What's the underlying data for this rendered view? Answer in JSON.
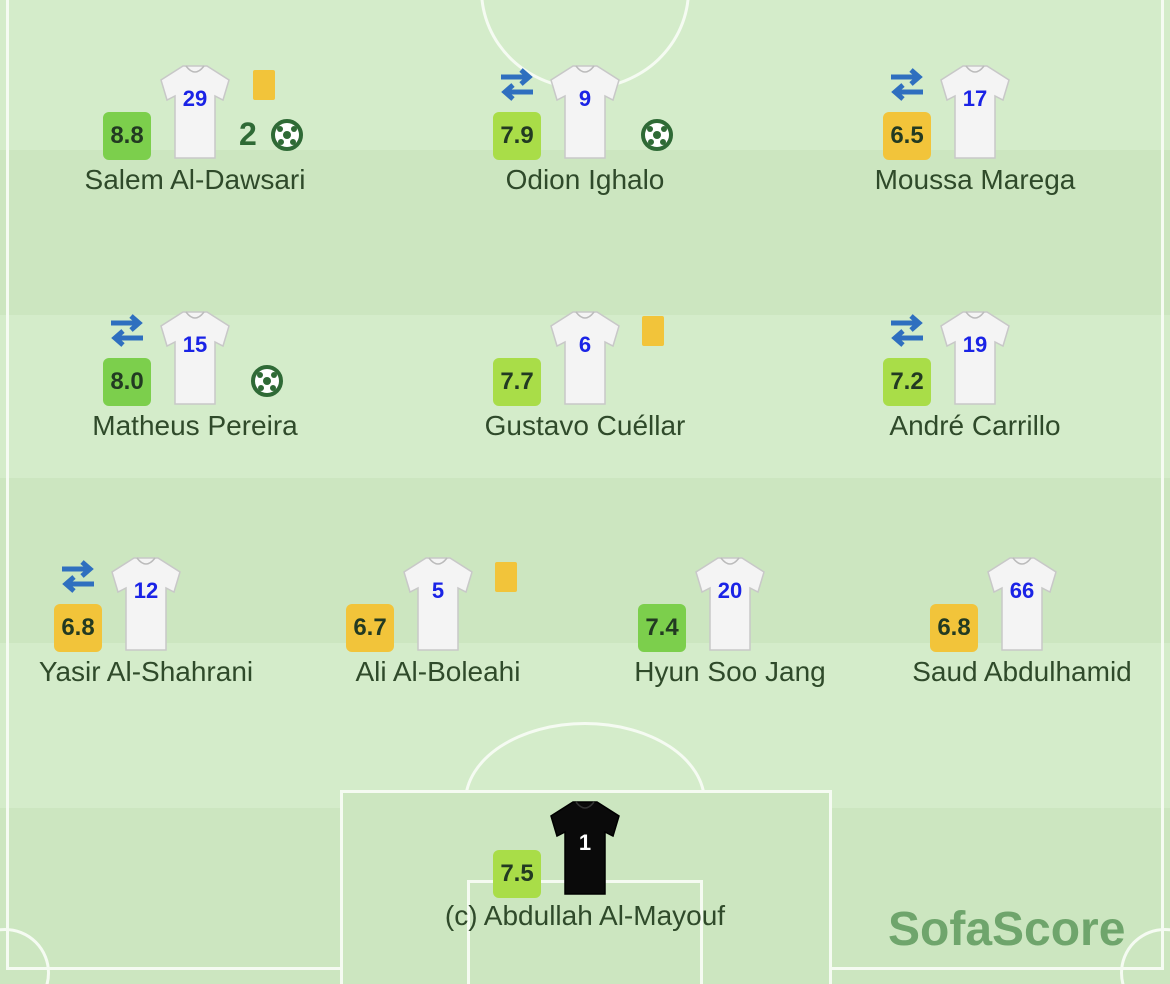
{
  "colors": {
    "rating_high": "#7ccf4c",
    "rating_mid": "#a9dd48",
    "rating_low": "#f2c43a",
    "shirt_number": "#1a23e6",
    "card_yellow": "#f2c43a",
    "sub_arrows": "#2f6fbf"
  },
  "players": [
    {
      "name": "Salem Al-Dawsari",
      "number": "29",
      "rating": "8.8",
      "rating_level": "high",
      "yellow_card": true,
      "sub": false,
      "goals": "2",
      "goal_icon": "ball-icon"
    },
    {
      "name": "Odion Ighalo",
      "number": "9",
      "rating": "7.9",
      "rating_level": "mid",
      "yellow_card": false,
      "sub": true,
      "goal_icon": "ball-icon"
    },
    {
      "name": "Moussa Marega",
      "number": "17",
      "rating": "6.5",
      "rating_level": "low",
      "yellow_card": false,
      "sub": true
    },
    {
      "name": "Matheus Pereira",
      "number": "15",
      "rating": "8.0",
      "rating_level": "high",
      "yellow_card": false,
      "sub": true,
      "goal_icon": "ball-icon"
    },
    {
      "name": "Gustavo Cuéllar",
      "number": "6",
      "rating": "7.7",
      "rating_level": "mid",
      "yellow_card": true,
      "sub": false
    },
    {
      "name": "André Carrillo",
      "number": "19",
      "rating": "7.2",
      "rating_level": "mid",
      "yellow_card": false,
      "sub": true
    },
    {
      "name": "Yasir Al-Shahrani",
      "number": "12",
      "rating": "6.8",
      "rating_level": "low",
      "yellow_card": false,
      "sub": true
    },
    {
      "name": "Ali Al-Boleahi",
      "number": "5",
      "rating": "6.7",
      "rating_level": "low",
      "yellow_card": true,
      "sub": false
    },
    {
      "name": "Hyun Soo Jang",
      "number": "20",
      "rating": "7.4",
      "rating_level": "mid",
      "yellow_card": false,
      "sub": false
    },
    {
      "name": "Saud Abdulhamid",
      "number": "66",
      "rating": "6.8",
      "rating_level": "low",
      "yellow_card": false,
      "sub": false
    },
    {
      "name": "(c) Abdullah Al-Mayouf",
      "number": "1",
      "rating": "7.5",
      "rating_level": "mid",
      "yellow_card": false,
      "sub": false,
      "goalkeeper": true
    }
  ],
  "brand": {
    "logo_text": "SofaScore"
  }
}
